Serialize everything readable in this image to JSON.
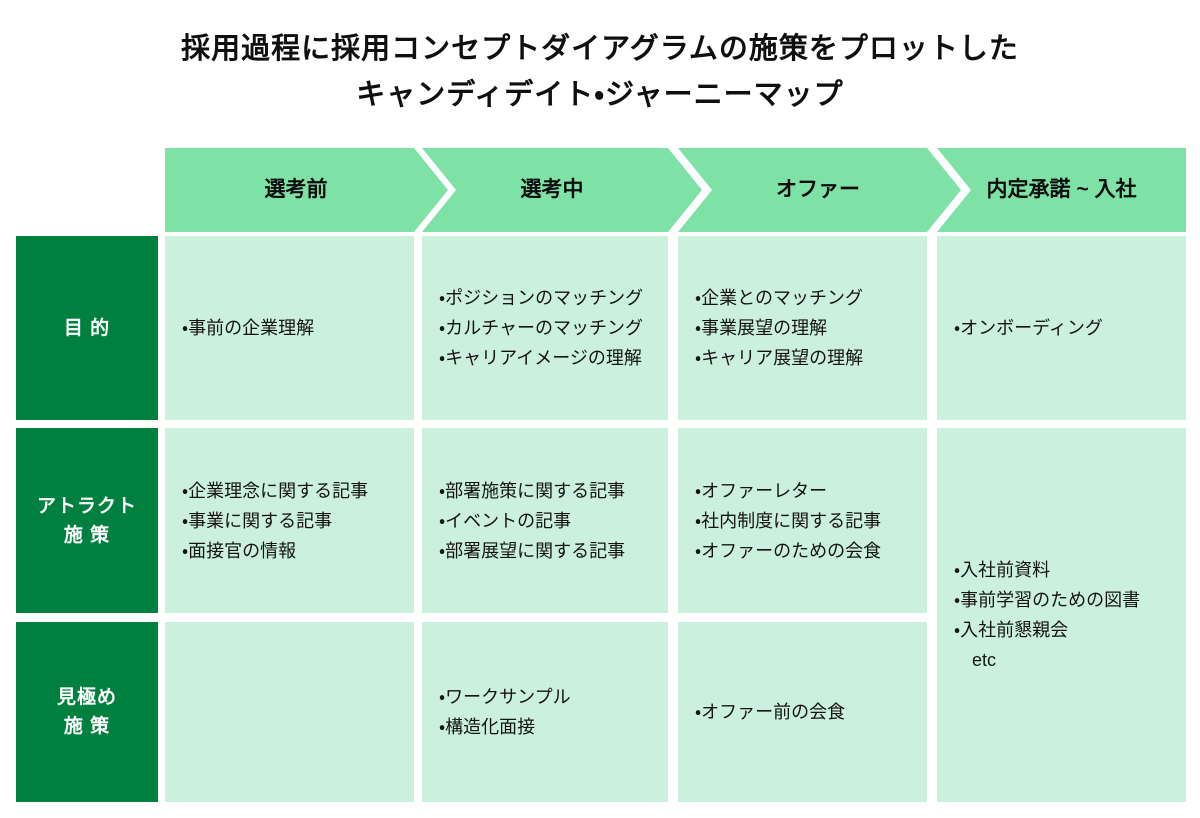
{
  "title": {
    "line1": "採用過程に採用コンセプトダイアグラムの施策をプロットした",
    "line2": "キャンディデイト・ジャーニーマップ"
  },
  "stages": [
    {
      "label": "選考前"
    },
    {
      "label": "選考中"
    },
    {
      "label": "オファー"
    },
    {
      "label": "内定承諾 ~ 入社"
    }
  ],
  "row_headers": [
    {
      "line1": "目 的",
      "line2": ""
    },
    {
      "line1": "アトラクト",
      "line2": "施 策"
    },
    {
      "line1": "見極め",
      "line2": "施 策"
    }
  ],
  "cells": {
    "purpose": {
      "pre": [
        "・事前の企業理解"
      ],
      "during": [
        "・ポジションのマッチング",
        "・カルチャーのマッチング",
        "・キャリアイメージの理解"
      ],
      "offer": [
        "・企業とのマッチング",
        "・事業展望の理解",
        "・キャリア展望の理解"
      ],
      "onboarding": [
        "・オンボーディング"
      ]
    },
    "attract": {
      "pre": [
        "・企業理念に関する記事",
        "・事業に関する記事",
        "・面接官の情報"
      ],
      "during": [
        "・部署施策に関する記事",
        "・イベントの記事",
        "・部署展望に関する記事"
      ],
      "offer": [
        "・オファーレター",
        "・社内制度に関する記事",
        "・オファーのための会食"
      ]
    },
    "assess": {
      "during": [
        "・ワークサンプル",
        "・構造化面接"
      ],
      "offer": [
        "・オファー前の会食"
      ]
    },
    "onboarding_merged": [
      "・入社前資料",
      "・事前学習のための図書",
      "・入社前懇親会",
      "　etc"
    ]
  },
  "colors": {
    "stage_arrow": "#7EE2A6",
    "row_header": "#00803E",
    "cell_background": "#CBF0DD",
    "text": "#0F0F0F"
  }
}
